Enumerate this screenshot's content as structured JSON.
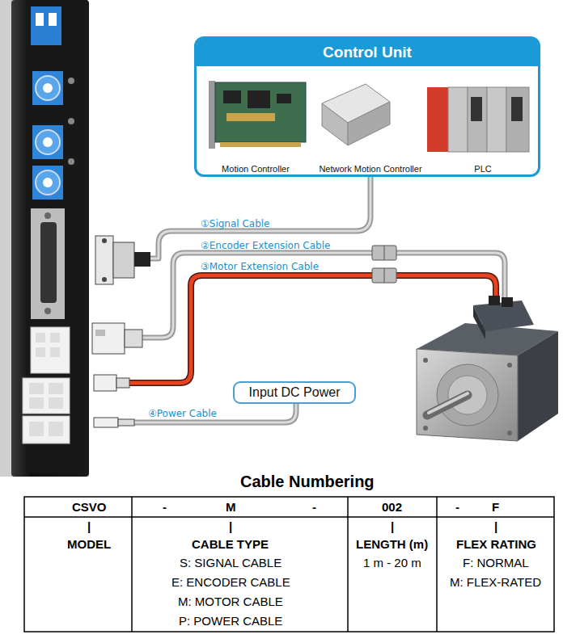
{
  "diagram": {
    "nodes": [
      {
        "text": [
          "Control Unit"
        ]
      },
      {
        "text": [
          "Motion Controller"
        ],
        "in": 0
      },
      {
        "text": [
          "Network Motion Controller"
        ],
        "in": 0
      },
      {
        "text": [
          "PLC"
        ],
        "in": 0
      },
      {
        "text": [
          "Input DC Power"
        ]
      }
    ],
    "labels": [
      "①Signal Cable",
      "②Encoder Extension Cable",
      "③Motor Extension Cable",
      "④Power Cable",
      "Cable Numbering",
      "CSVO",
      "-",
      "M",
      "-",
      "002",
      "-",
      "F",
      "|",
      "|",
      "|",
      "|",
      "MODEL",
      "CABLE TYPE",
      "LENGTH (m)",
      "FLEX RATING",
      "S: SIGNAL CABLE",
      "E: ENCODER CABLE",
      "M: MOTOR CABLE",
      "P: POWER CABLE",
      "1 m - 20 m",
      "F: NORMAL",
      "M: FLEX-RATED"
    ]
  }
}
